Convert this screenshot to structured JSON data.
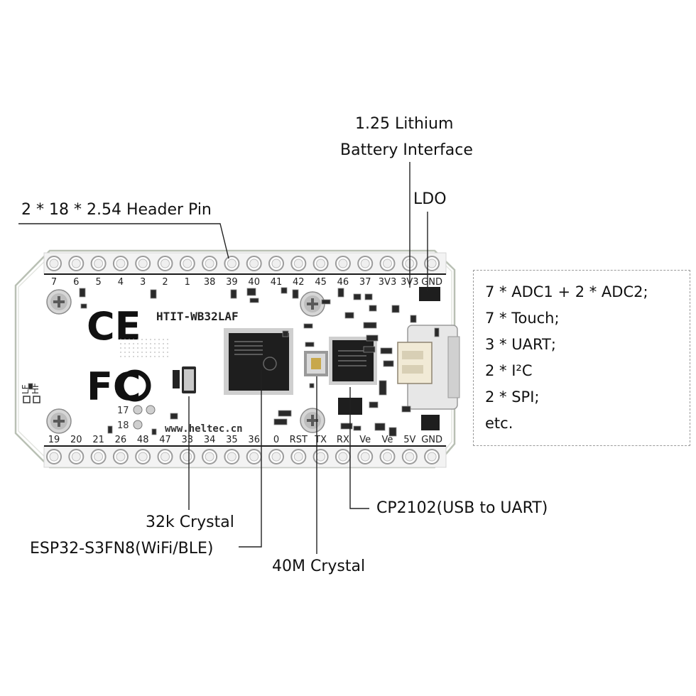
{
  "callouts": {
    "battery_line1": "1.25 Lithium",
    "battery_line2": "Battery Interface",
    "ldo": "LDO",
    "header_pin": "2 * 18 * 2.54 Header Pin",
    "crystal_32k": "32k Crystal",
    "esp32": "ESP32-S3FN8(WiFi/BLE)",
    "crystal_40m": "40M Crystal",
    "cp2102": "CP2102(USB to UART)"
  },
  "features": [
    "7 * ADC1 + 2 * ADC2;",
    "7 * Touch;",
    "3 * UART;",
    "2 * I²C",
    "2 * SPI;",
    "etc."
  ],
  "board": {
    "model": "HTIT-WB32LAF",
    "website": "www.heltec.cn",
    "ce_mark": "CE",
    "fcc_mark": "FC",
    "lf_label": "LF",
    "hf_label": "HF",
    "pin17": "17",
    "pin18": "18",
    "top_pins": [
      "7",
      "6",
      "5",
      "4",
      "3",
      "2",
      "1",
      "38",
      "39",
      "40",
      "41",
      "42",
      "45",
      "46",
      "37",
      "3V3",
      "3V3",
      "GND"
    ],
    "bottom_pins": [
      "19",
      "20",
      "21",
      "26",
      "48",
      "47",
      "33",
      "34",
      "35",
      "36",
      "0",
      "RST",
      "TX",
      "RX",
      "Ve",
      "Ve",
      "5V",
      "GND"
    ]
  }
}
